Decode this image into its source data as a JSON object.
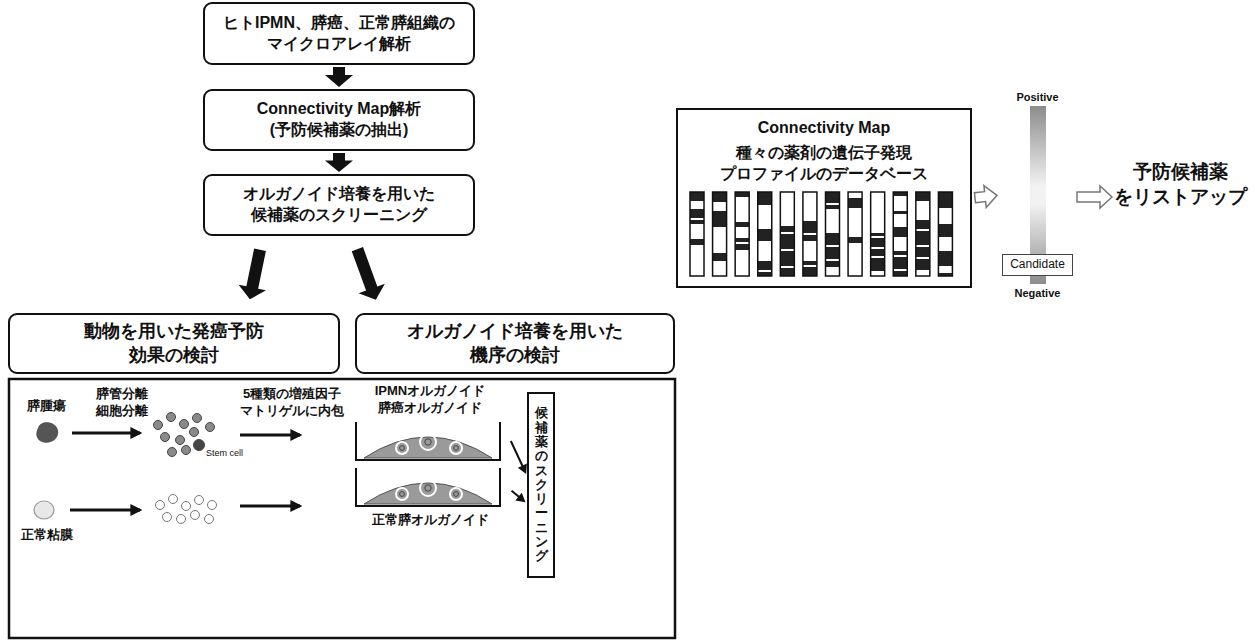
{
  "diagram": {
    "nodes": [
      {
        "text": [
          "ヒトIPMN、膵癌、正常膵組織の マイクロアレイ解析"
        ]
      },
      {
        "text": [
          "Connectivity Map解析 (予防候補薬の抽出)"
        ]
      },
      {
        "text": [
          "オルガノイド培養を用いた 候補薬のスクリーニング"
        ]
      },
      {
        "text": [
          "動物を用いた発癌予防 効果の検討"
        ]
      },
      {
        "text": [
          "オルガノイド培養を用いた 機序の検討"
        ]
      },
      {
        "text": [
          "IPMNオルガノイド 膵癌オルガノイド"
        ]
      },
      {
        "text": [
          "正常膵オルガノイド"
        ]
      },
      {
        "text": [
          "候補薬のスクリーニング"
        ]
      },
      {
        "text": [
          "Connectivity Map",
          "種々の薬剤の遺伝子発現 プロファイルのデータベース"
        ]
      },
      {
        "text": [
          "Positive",
          "Negative"
        ]
      },
      {
        "text": [
          "Candidate"
        ],
        "in": 9
      }
    ],
    "edges": [
      {
        "from": 0,
        "to": 1,
        "arrow": "to"
      },
      {
        "from": 1,
        "to": 2,
        "arrow": "to"
      },
      {
        "from": 2,
        "to": 3,
        "arrow": "to"
      },
      {
        "from": 2,
        "to": 4,
        "arrow": "to"
      },
      {
        "from": 5,
        "to": 7,
        "arrow": "to"
      },
      {
        "from": 6,
        "to": 7,
        "arrow": "to"
      },
      {
        "from": 8,
        "to": 9,
        "arrow": "to"
      }
    ],
    "labels": [
      "膵腫瘍",
      "膵管分離 細胞分離",
      "5種類の増殖因子 マトリゲルに内包",
      "Stem cell",
      "正常粘膜",
      "予防候補薬 をリストアップ"
    ]
  }
}
